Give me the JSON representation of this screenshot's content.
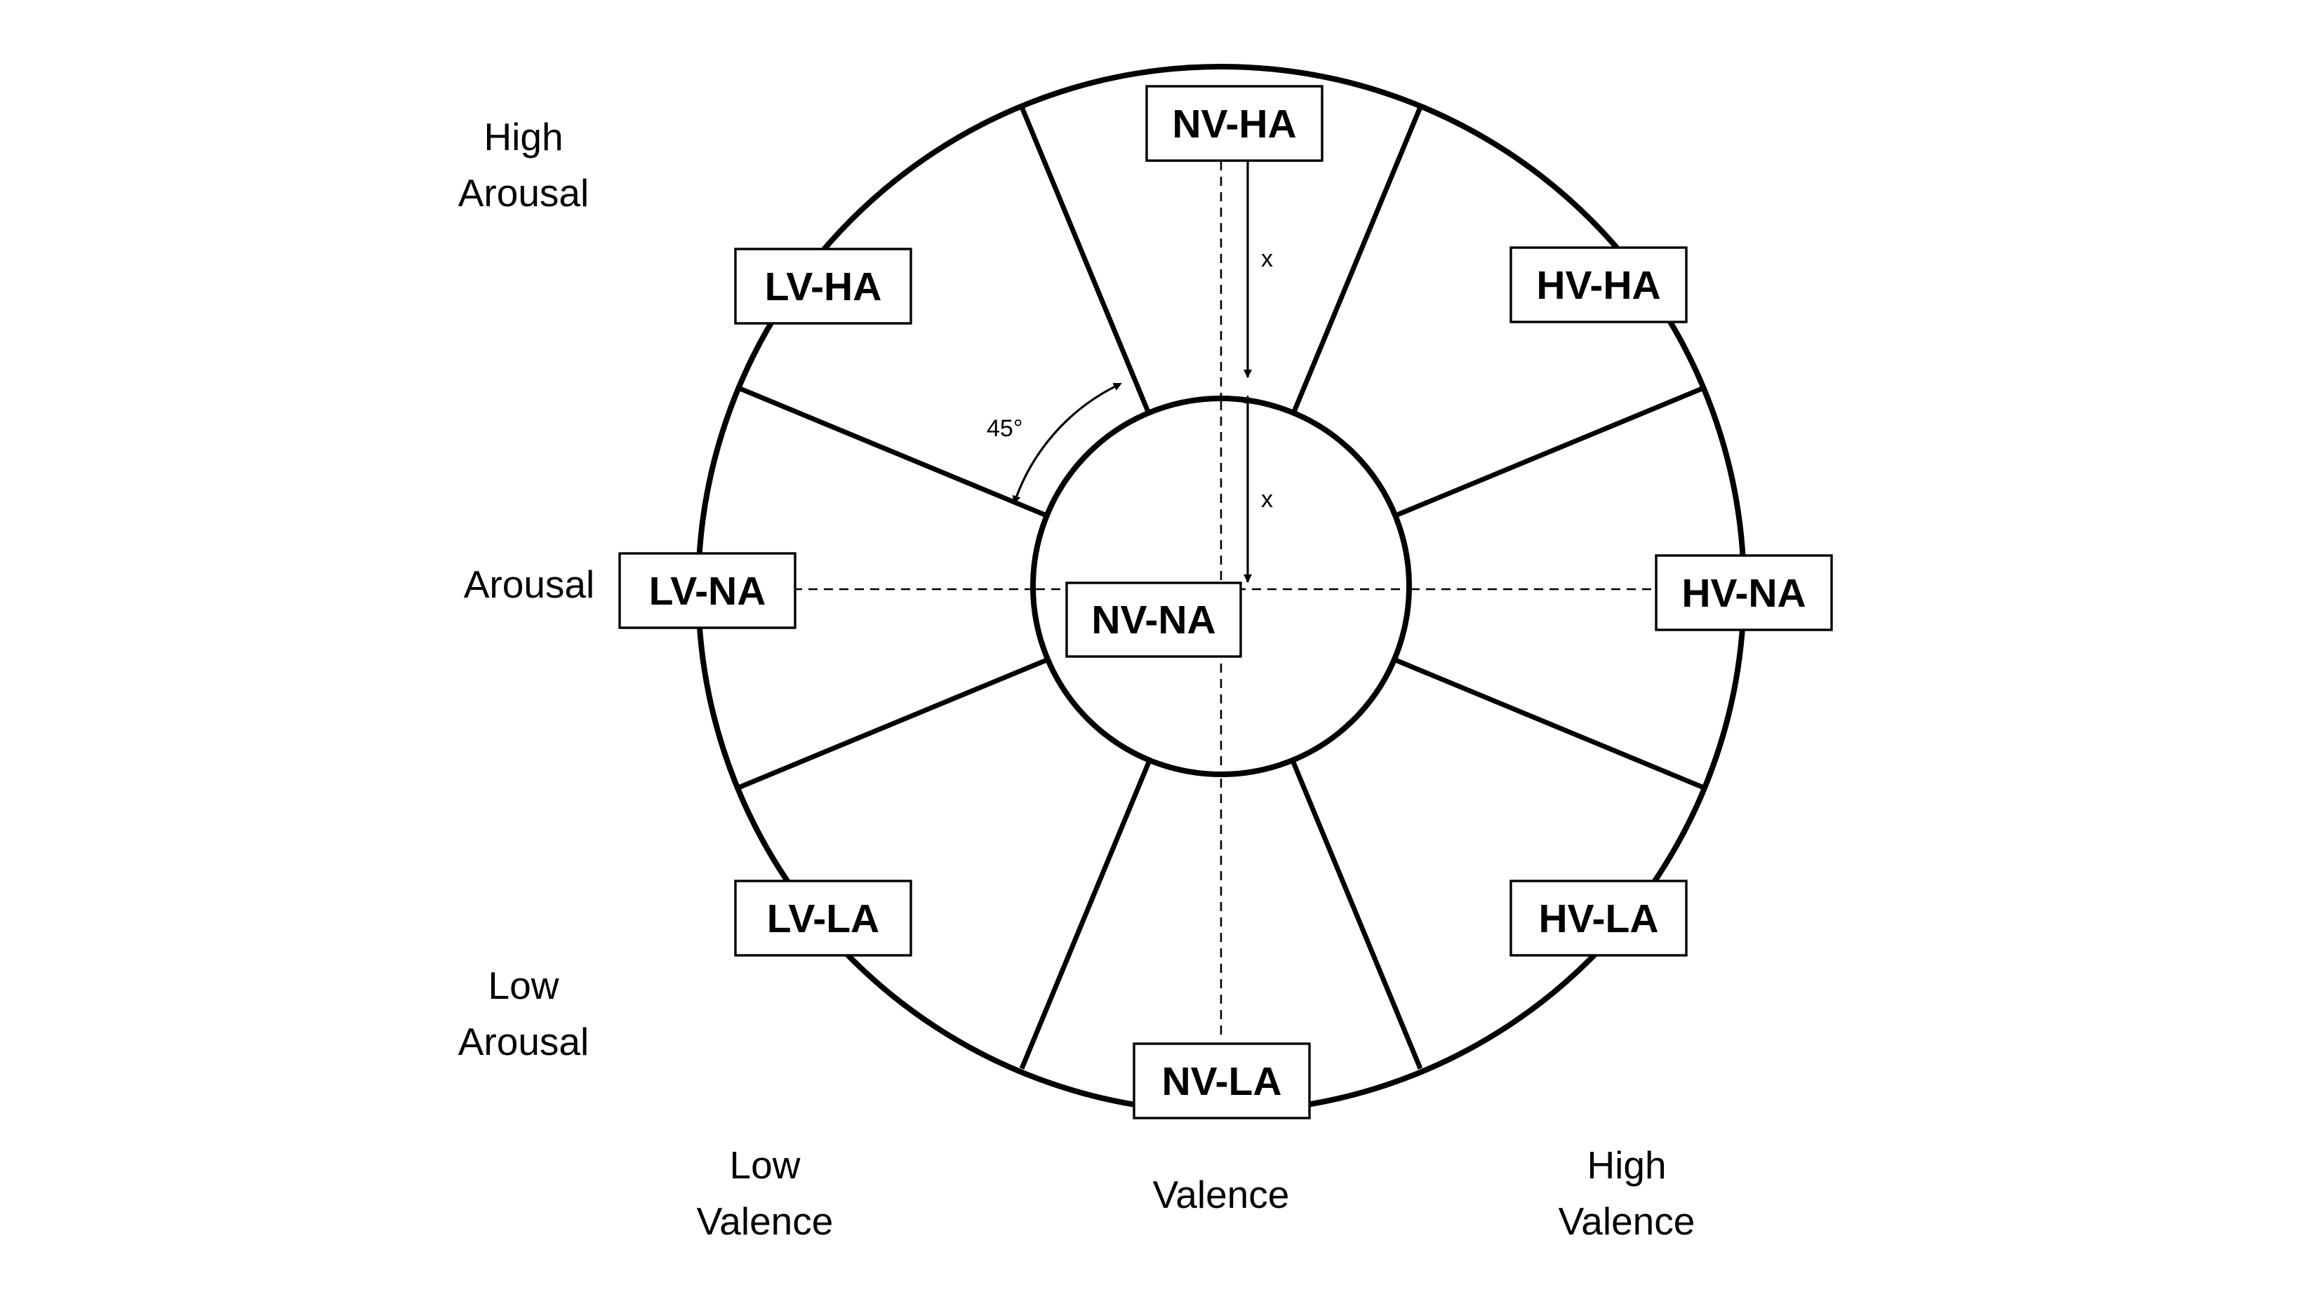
{
  "region_labels": {
    "nv_ha": "NV-HA",
    "lv_ha": "LV-HA",
    "hv_ha": "HV-HA",
    "lv_na": "LV-NA",
    "nv_na": "NV-NA",
    "hv_na": "HV-NA",
    "lv_la": "LV-LA",
    "hv_la": "HV-LA",
    "nv_la": "NV-LA"
  },
  "axis_labels": {
    "high_arousal": [
      "High",
      "Arousal"
    ],
    "arousal": "Arousal",
    "low_arousal": [
      "Low",
      "Arousal"
    ],
    "low_valence": [
      "Low",
      "Valence"
    ],
    "valence": "Valence",
    "high_valence": [
      "High",
      "Valence"
    ]
  },
  "annotations": {
    "distance_outer": "x",
    "distance_inner": "x",
    "angle": "45°"
  },
  "colors": {
    "line": "#000000",
    "background": "#ffffff"
  }
}
